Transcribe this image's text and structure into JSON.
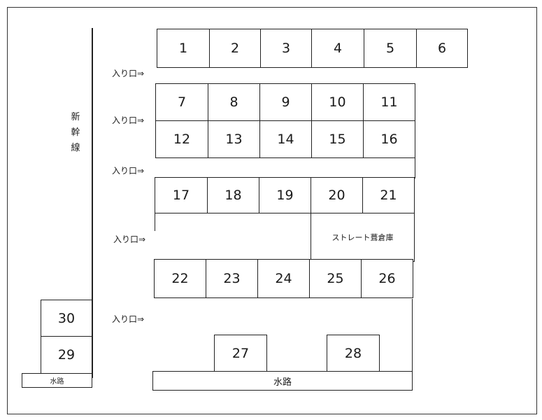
{
  "lots": {
    "1": "1",
    "2": "2",
    "3": "3",
    "4": "4",
    "5": "5",
    "6": "6",
    "7": "7",
    "8": "8",
    "9": "9",
    "10": "10",
    "11": "11",
    "12": "12",
    "13": "13",
    "14": "14",
    "15": "15",
    "16": "16",
    "17": "17",
    "18": "18",
    "19": "19",
    "20": "20",
    "21": "21",
    "22": "22",
    "23": "23",
    "24": "24",
    "25": "25",
    "26": "26",
    "27": "27",
    "28": "28",
    "29": "29",
    "30": "30"
  },
  "labels": {
    "entrance": "入り口⇒",
    "rail": [
      "新",
      "幹",
      "線"
    ],
    "storage": "ストレート葺倉庫",
    "waterway_main": "水路",
    "waterway_small": "水路"
  }
}
